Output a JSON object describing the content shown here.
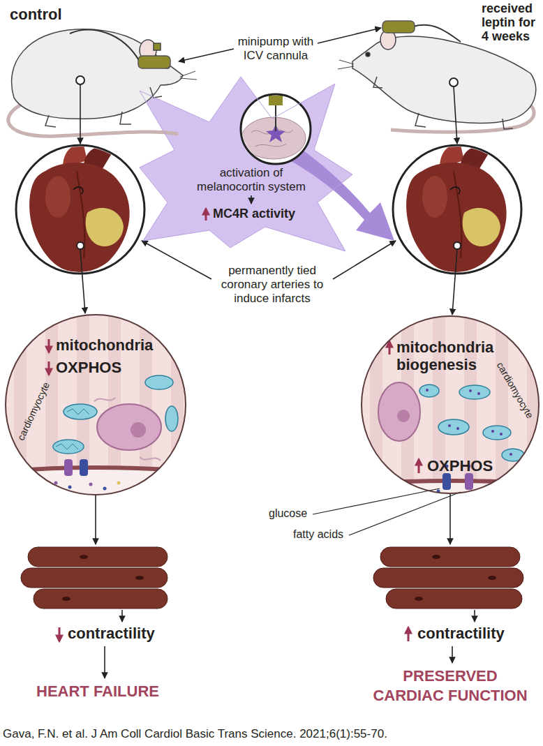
{
  "diagram": {
    "caption": "Gava, F.N. et al. J Am Coll Cardiol Basic Trans Science. 2021;6(1):55-70.",
    "nodes": [
      {
        "text": [
          "activation of melanocortin system",
          "MC4R activity"
        ]
      },
      {
        "text": [
          "cardiomyocyte",
          "mitochondria",
          "OXPHOS"
        ]
      },
      {
        "text": [
          "cardiomyocyte",
          "mitochondria biogenesis",
          "OXPHOS"
        ]
      },
      {
        "text": [
          "contractility"
        ]
      },
      {
        "text": [
          "contractility"
        ]
      }
    ],
    "edges": [
      {
        "from": 1,
        "to": 3,
        "arrow": "to"
      },
      {
        "from": 2,
        "to": 4,
        "arrow": "to"
      }
    ],
    "labels": [
      "control",
      "received leptin for 4 weeks",
      "minipump with ICV cannula",
      "permanently tied coronary arteries to induce infarcts",
      "glucose",
      "fatty acids",
      "HEART FAILURE",
      "PRESERVED CARDIAC FUNCTION"
    ]
  }
}
